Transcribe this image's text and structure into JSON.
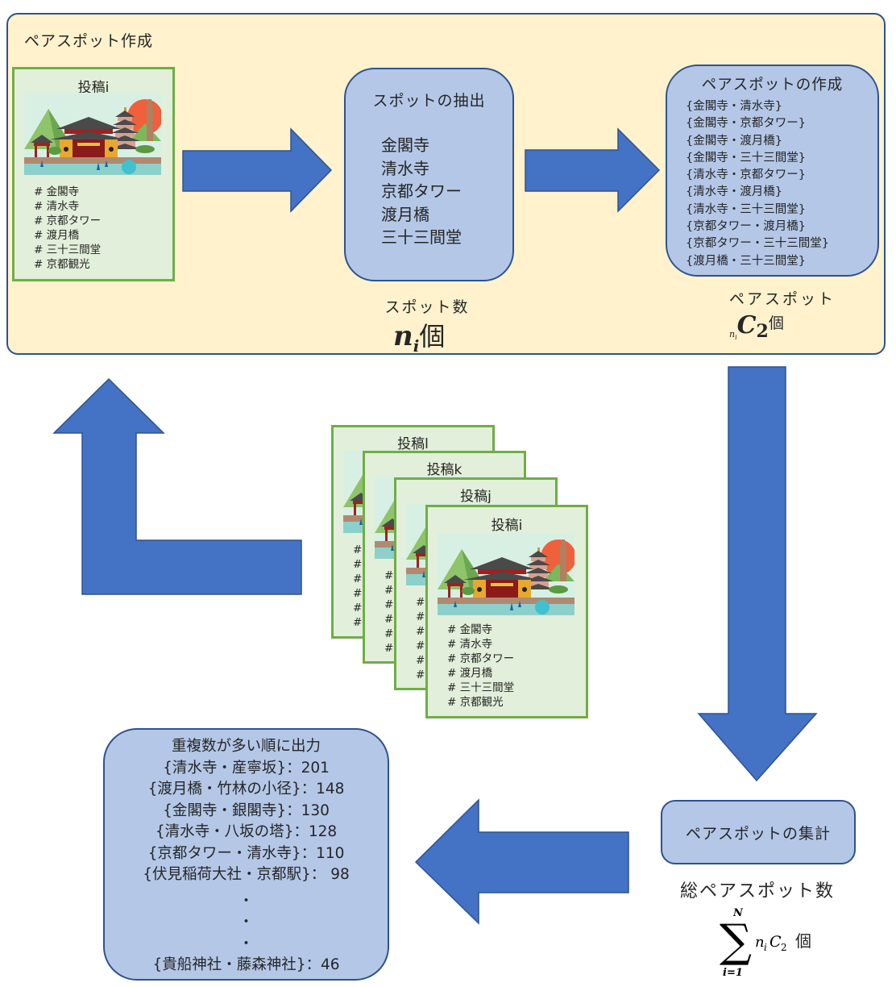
{
  "colors": {
    "outer_fill": "#fff2cc",
    "outer_border": "#2f528f",
    "card_fill": "#e2efda",
    "card_border": "#70ad47",
    "box_fill": "#b4c7e7",
    "box_border": "#2f528f",
    "arrow_fill": "#4472c4",
    "arrow_stroke": "#2f528f"
  },
  "outer": {
    "title": "ペアスポット作成"
  },
  "post_main": {
    "title": "投稿i",
    "image": "kyoto-temple-illustration",
    "tags": [
      "# 金閣寺",
      "# 清水寺",
      "# 京都タワー",
      "# 渡月橋",
      "# 三十三間堂",
      "# 京都観光"
    ]
  },
  "spot_extraction": {
    "title": "スポットの抽出",
    "spots": [
      "金閣寺",
      "清水寺",
      "京都タワー",
      "渡月橋",
      "三十三間堂"
    ],
    "count_label": "スポット数",
    "count_formula": {
      "var": "n",
      "sub": "i",
      "unit": "個"
    }
  },
  "pair_creation": {
    "title": "ペアスポットの作成",
    "pairs": [
      "{金閣寺・清水寺}",
      "{金閣寺・京都タワー}",
      "{金閣寺・渡月橋}",
      "{金閣寺・三十三間堂}",
      "{清水寺・京都タワー}",
      "{清水寺・渡月橋}",
      "{清水寺・三十三間堂}",
      "{京都タワー・渡月橋}",
      "{京都タワー・三十三間堂}",
      "{渡月橋・三十三間堂}"
    ],
    "count_label": "ペアスポット",
    "count_formula": {
      "pre_sub": "n",
      "pre_sub_sub": "i",
      "var": "C",
      "sub": "2",
      "unit": "個"
    }
  },
  "post_stack": [
    {
      "title": "投稿l",
      "tags": [
        "#",
        "#",
        "#",
        "#",
        "#",
        "#"
      ]
    },
    {
      "title": "投稿k",
      "tags": [
        "#",
        "#",
        "#",
        "#",
        "#",
        "#"
      ]
    },
    {
      "title": "投稿j",
      "tags": [
        "#",
        "#",
        "#",
        "#",
        "#",
        "#"
      ]
    },
    {
      "title": "投稿i",
      "tags": [
        "# 金閣寺",
        "# 清水寺",
        "# 京都タワー",
        "# 渡月橋",
        "# 三十三間堂",
        "# 京都観光"
      ]
    }
  ],
  "aggregation": {
    "title": "ペアスポットの集計",
    "total_label": "総ペアスポット数",
    "total_formula": {
      "sum_upper": "N",
      "sum_lower": "i=1",
      "term_n": "n",
      "term_n_sub": "i",
      "term_c": "C",
      "term_c_sub": "2",
      "unit": "個"
    }
  },
  "output": {
    "title": "重複数が多い順に出力",
    "rows": [
      "{清水寺・産寧坂}：201",
      "{渡月橋・竹林の小径}：148",
      "{金閣寺・銀閣寺}：130",
      "{清水寺・八坂の塔}：128",
      "{京都タワー・清水寺}：110",
      "{伏見稲荷大社・京都駅}： 98"
    ],
    "ellipsis": [
      "・",
      "・",
      "・"
    ],
    "last_row": "{貴船神社・藤森神社}：46"
  }
}
